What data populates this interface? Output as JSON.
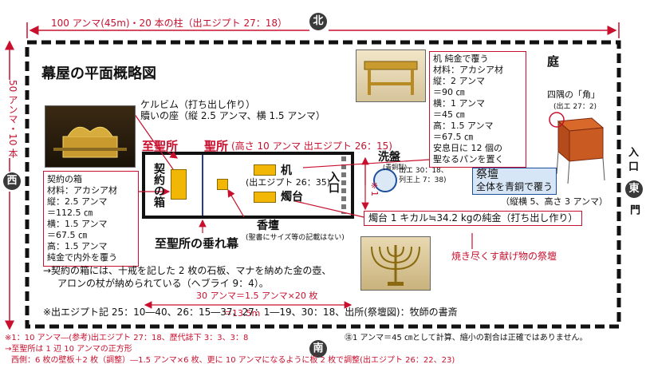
{
  "top_dim": "100 アンマ(45m)・20 本の柱（出エジプト 27：18）",
  "compass": {
    "north": "北",
    "south": "南",
    "west": "西",
    "east": "東"
  },
  "left_dim": "50 アンマ・10 本",
  "title": "幕屋の平面概略図",
  "court": "庭",
  "cherubim": {
    "line1": "ケルビム（打ち出し作り）",
    "line2": "贖いの座（縦 2.5 アンマ、横 1.5 アンマ）"
  },
  "holy_of_holies": "至聖所",
  "holy_place": "聖所",
  "holy_place_note": "(高さ 10 アンマ 出エジプト 26：15)",
  "ark_label": "契約の箱",
  "ark_box": [
    "契約の箱",
    "材料：アカシア材",
    "縦：2.5 アンマ",
    "＝112.5 ㎝",
    "横：1.5 アンマ",
    "＝67.5 ㎝",
    "高：1.5 アンマ",
    "純金で内外を覆う"
  ],
  "table_label": "机",
  "table_ref": "(出エジプト 26：35)",
  "lampstand_label": "燭台",
  "entrance": "入口",
  "note_mark": "※1",
  "incense": {
    "label": "香壇",
    "note": "(聖書にサイズ等の記載はない)"
  },
  "veil": "至聖所の垂れ幕",
  "laver": {
    "label": "洗盤",
    "sub": "(青銅製)",
    "ref1": "出エ 30：18、",
    "ref2": "列王上 7：38)"
  },
  "table_box": [
    "机 純金で覆う",
    "材料：アカシア材",
    "縦：2 アンマ",
    "＝90 ㎝",
    "横：1 アンマ",
    "＝45 ㎝",
    "高：1.5 アンマ",
    "＝67.5 ㎝",
    "安息日に 12 個の",
    "聖なるパンを置く"
  ],
  "horns": {
    "line1": "四隅の「角」",
    "line2": "(出エ 27：2)"
  },
  "altar_box": {
    "line1": "祭壇",
    "line2": "全体を青銅で覆う",
    "line3": "（縦横 5、高さ 3 アンマ）"
  },
  "lampstand_box": "燭台 1 キカル≒34.2 kgの純金（打ち出し作り）",
  "burnt_offering": "焼き尽くす献げ物の祭壇",
  "east_entrance": {
    "a": "入",
    "b": "口",
    "c": "門"
  },
  "dim_30": "30 アンマ＝1.5 アンマ×20 枚",
  "dim_135": "＝13.5m",
  "ark_note1": "→契約の箱には、十戒を記した 2 枚の石板、マナを納めた金の壺、",
  "ark_note2": "アロンの杖が納められている（ヘブライ 9：4）。",
  "refs": "※出エジプト記 25：10―40、26：15―37、27：1―19、30：18、出所(祭壇図)：牧師の書斎",
  "foot_left1": "※1：10 アンマ―(参考)出エジプト 27：18、歴代誌下 3：3、3：8",
  "foot_left2": "→至聖所は 1 辺 10 アンマの正方形",
  "foot_left3": "西側：6 枚の壁板＋2 枚（調整）―1.5 アンマ×6 枚、更に 10 アンマになるように板 2 枚で調整(出エジプト 26：22、23)",
  "foot_right": "㊟1 アンマ＝45 ㎝として計算、縮小の割合は正確ではありません。"
}
